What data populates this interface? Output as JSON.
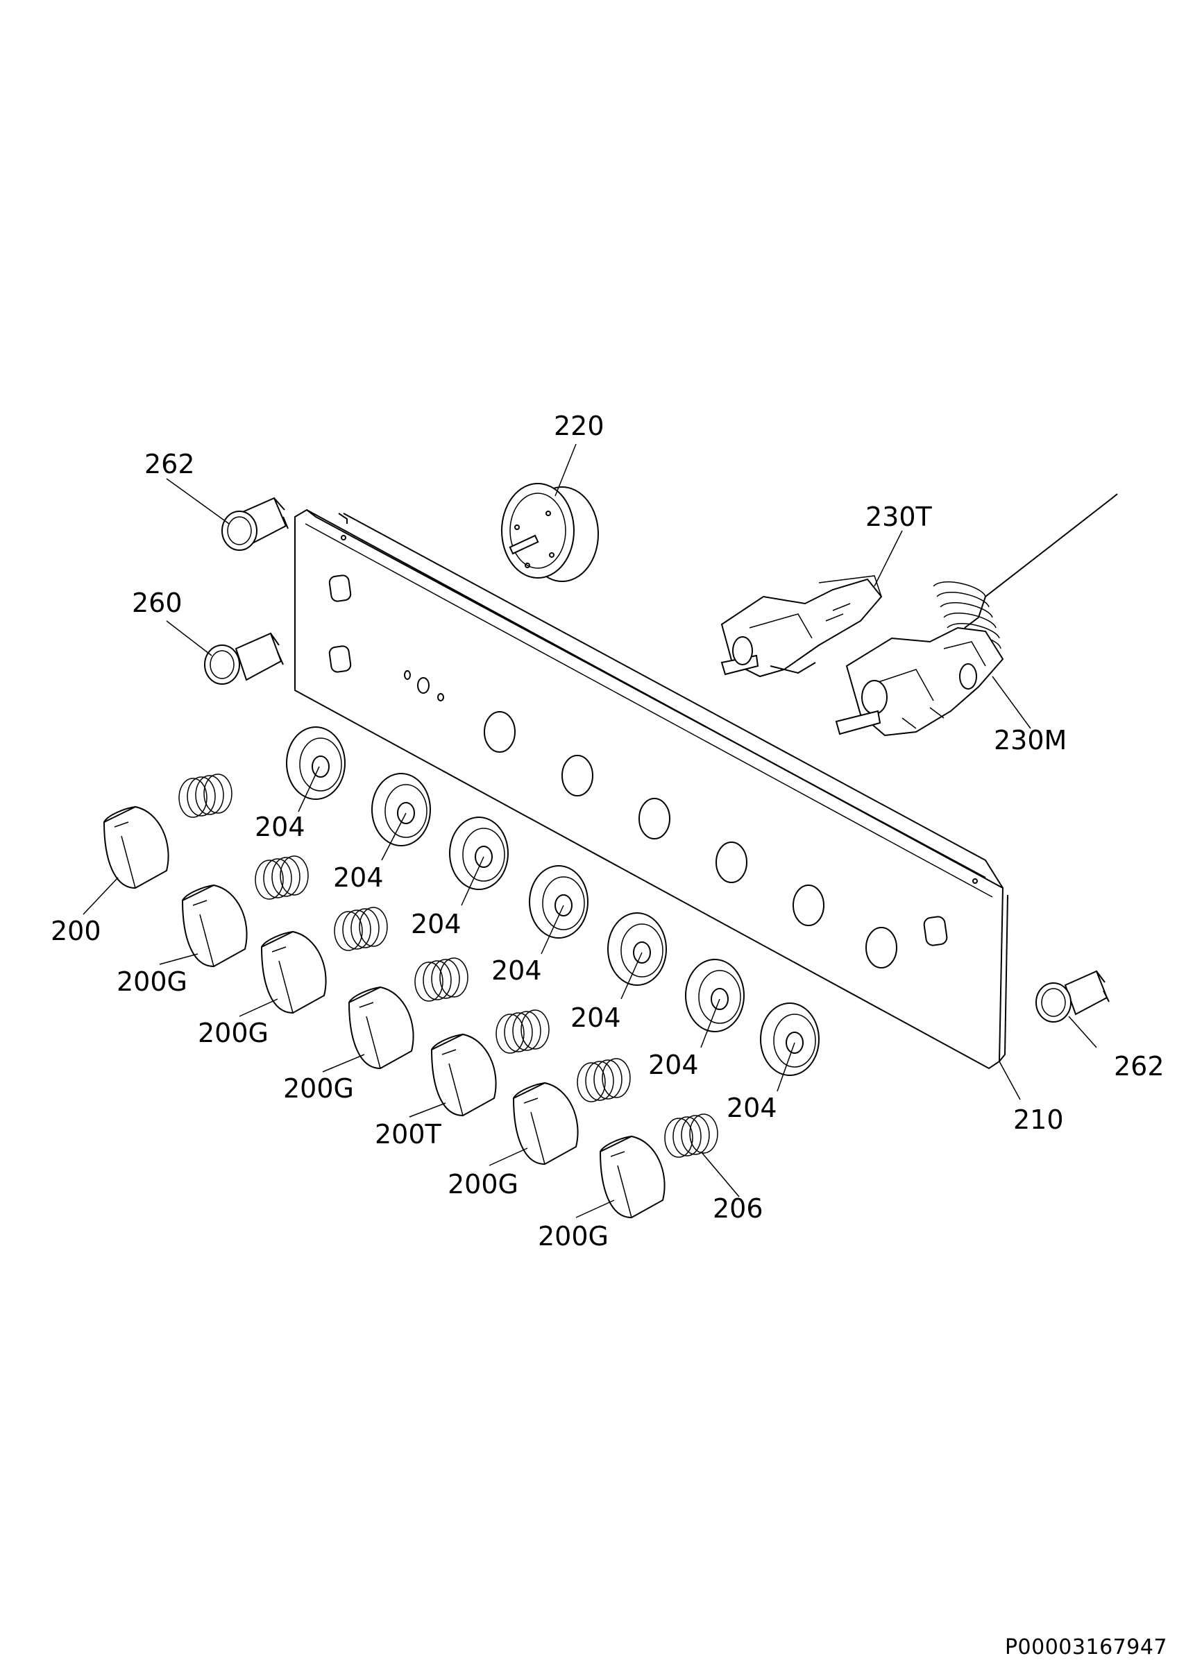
{
  "diagram": {
    "labels": {
      "l220": "220",
      "l262a": "262",
      "l260": "260",
      "l230T": "230T",
      "l230M": "230M",
      "l204a": "204",
      "l204b": "204",
      "l204c": "204",
      "l204d": "204",
      "l204e": "204",
      "l204f": "204",
      "l204g": "204",
      "l200": "200",
      "l200Ga": "200G",
      "l200Gb": "200G",
      "l200Gc": "200G",
      "l200T": "200T",
      "l200Gd": "200G",
      "l200Ge": "200G",
      "l206": "206",
      "l210": "210",
      "l262b": "262"
    },
    "document_id": "P00003167947"
  }
}
